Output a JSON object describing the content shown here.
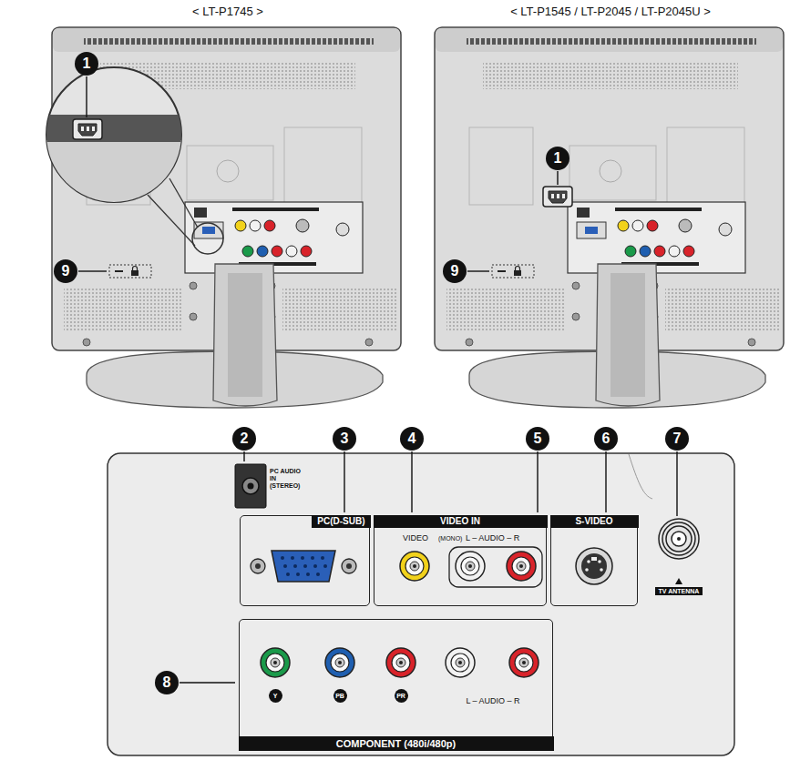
{
  "diagram": {
    "nodes": [
      {
        "text": [
          "PC(D-SUB)"
        ]
      },
      {
        "text": [
          "VIDEO IN",
          "VIDEO",
          "(MONO)",
          "L – AUDIO – R"
        ]
      },
      {
        "text": [
          "S-VIDEO"
        ]
      },
      {
        "text": [
          "COMPONENT (480i/480p)",
          "L – AUDIO – R"
        ]
      }
    ],
    "labels": [
      "< LT-P1745 >",
      "< LT-P1545 / LT-P2045 / LT-P2045U >",
      "1",
      "9",
      "1",
      "9",
      "2",
      "3",
      "4",
      "5",
      "6",
      "7",
      "8",
      "PC AUDIO IN (STEREO)",
      "TV ANTENNA",
      "Y",
      "PB",
      "PR"
    ]
  }
}
